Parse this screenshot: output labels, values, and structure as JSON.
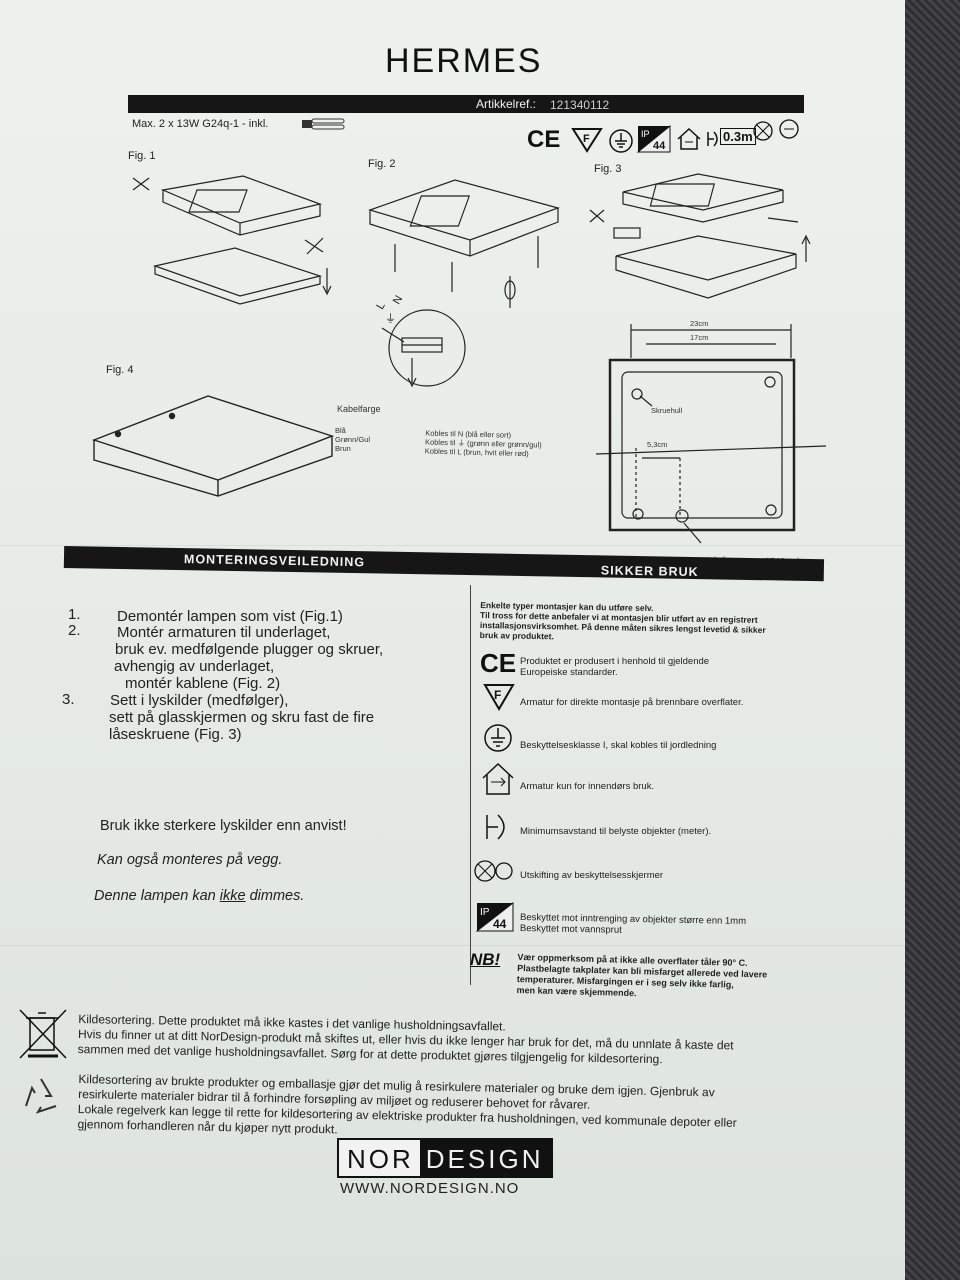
{
  "title": "HERMES",
  "header": {
    "art_label": "Artikkelref.:",
    "art_number": "121340112",
    "max_power": "Max. 2 x 13W G24q-1 - inkl.",
    "distance": "0.3m"
  },
  "figures": {
    "fig1": "Fig. 1",
    "fig2": "Fig. 2",
    "fig3": "Fig. 3",
    "fig4": "Fig. 4"
  },
  "fig2_labels": {
    "l": "L",
    "pe": "⏚",
    "n": "N"
  },
  "fig3_dims": {
    "d23": "23cm",
    "d17": "17cm",
    "d53": "5,3cm",
    "screw_hole": "Skruehull",
    "cable_entry": "Kabelinngang",
    "cable_dia": "(Ø 12mm)"
  },
  "cable": {
    "heading": "Kabelfarge",
    "colors": [
      "Blå",
      "Grønn/Gul",
      "Brun"
    ],
    "connections": [
      "Kobles til  N  (blå eller sort)",
      "Kobles til  ⏚  (grønn eller grønn/gul)",
      "Kobles til  L  (brun, hvit eller rød)"
    ]
  },
  "mounting": {
    "heading": "MONTERINGSVEILEDNING",
    "steps": [
      {
        "num": "1.",
        "lines": [
          "Demontér lampen som vist (Fig.1)"
        ]
      },
      {
        "num": "2.",
        "lines": [
          "Montér armaturen til underlaget,",
          "bruk ev. medfølgende plugger og skruer,",
          "avhengig av underlaget,",
          "montér kablene (Fig. 2)"
        ]
      },
      {
        "num": "3.",
        "lines": [
          "Sett i lyskilder (medfølger),",
          "sett på glasskjermen og skru fast de fire",
          "låseskruene (Fig. 3)"
        ]
      }
    ],
    "notes": [
      "Bruk ikke sterkere lyskilder enn anvist!",
      "Kan også monteres på vegg.",
      "Denne lampen kan ",
      "ikke",
      " dimmes."
    ]
  },
  "safety": {
    "heading": "SIKKER BRUK",
    "intro": [
      "Enkelte typer montasjer kan du utføre selv.",
      "Til tross for dette anbefaler vi at montasjen blir utført av en registrert",
      "installasjonsvirksomhet. På denne måten sikres lengst levetid & sikker",
      "bruk av produktet."
    ],
    "items": [
      {
        "icon": "CE",
        "lines": [
          "Produktet er produsert i henhold til gjeldende",
          "Europeiske standarder."
        ]
      },
      {
        "icon": "F",
        "lines": [
          "Armatur for direkte montasje på brennbare overflater."
        ]
      },
      {
        "icon": "⏚",
        "lines": [
          "Beskyttelsesklasse I, skal kobles til jordledning"
        ]
      },
      {
        "icon": "house",
        "lines": [
          "Armatur kun for innendørs bruk."
        ]
      },
      {
        "icon": "distance",
        "lines": [
          "Minimumsavstand til belyste objekter (meter)."
        ]
      },
      {
        "icon": "replace",
        "lines": [
          "Utskifting av beskyttelsesskjermer"
        ]
      },
      {
        "icon": "IP44",
        "lines": [
          "Beskyttet mot inntrenging av objekter større enn 1mm",
          "Beskyttet mot vannsprut"
        ]
      }
    ],
    "nb_label": "NB!",
    "nb_lines": [
      "Vær oppmerksom på at ikke alle overflater tåler 90° C.",
      "Plastbelagte takplater kan bli misfarget allerede ved lavere",
      "temperaturer. Misfargingen er i seg selv ikke farlig,",
      "men kan være skjemmende."
    ]
  },
  "disposal": {
    "weee": [
      "Kildesortering. Dette produktet må ikke kastes i det vanlige husholdningsavfallet.",
      "Hvis du finner ut at ditt NorDesign-produkt må skiftes ut, eller hvis du ikke lenger har bruk for det, må du unnlate å kaste det",
      "sammen med det vanlige husholdningsavfallet. Sørg for at dette produktet gjøres tilgjengelig for kildesortering."
    ],
    "recycle": [
      "Kildesortering av brukte produkter og emballasje gjør det mulig å resirkulere materialer og bruke dem igjen. Gjenbruk av",
      "resirkulerte materialer bidrar til å forhindre forsøpling av miljøet og reduserer behovet for råvarer.",
      "Lokale regelverk kan legge til rette for kildesortering av elektriske produkter fra husholdningen, ved kommunale depoter eller",
      "gjennom forhandleren når du kjøper nytt produkt."
    ]
  },
  "brand": {
    "nor": "NOR",
    "design": "DESIGN",
    "url": "WWW.NORDESIGN.NO"
  },
  "colors": {
    "paper": "#e9eeea",
    "ink": "#161616",
    "background": "#3a3a3c"
  }
}
